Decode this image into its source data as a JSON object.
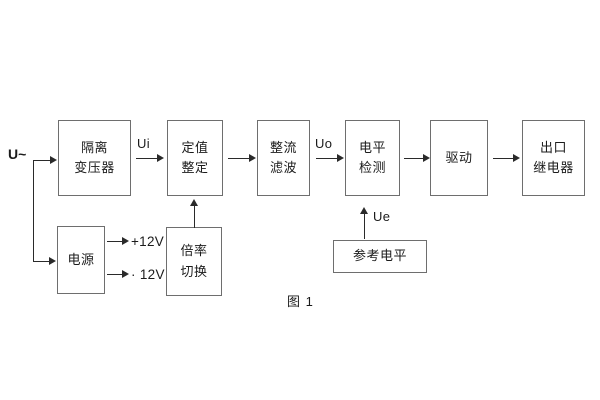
{
  "figure": {
    "caption": "图 1",
    "source_label": "U~",
    "line_color": "#2a2a2a",
    "box_border_color": "#6e6e6e",
    "text_color": "#1b1b1b",
    "background": "#ffffff"
  },
  "blocks": [
    {
      "id": "isolation-transformer",
      "line1": "隔离",
      "line2": "变压器"
    },
    {
      "id": "setting-adjust",
      "line1": "定值",
      "line2": "整定"
    },
    {
      "id": "rectify-filter",
      "line1": "整流",
      "line2": "滤波"
    },
    {
      "id": "level-detection",
      "line1": "电平",
      "line2": "检测"
    },
    {
      "id": "drive",
      "line1": "驱动",
      "line2": ""
    },
    {
      "id": "output-relay",
      "line1": "出口",
      "line2": "继电器"
    },
    {
      "id": "power-supply",
      "line1": "电源",
      "line2": ""
    },
    {
      "id": "multiplier-switch",
      "line1": "倍率",
      "line2": "切换"
    },
    {
      "id": "reference-level",
      "line1": "参考电平",
      "line2": ""
    }
  ],
  "signals": {
    "ui": "Ui",
    "uo": "Uo",
    "ue": "Ue",
    "rail_positive": "+12V",
    "rail_negative": "· 12V"
  }
}
